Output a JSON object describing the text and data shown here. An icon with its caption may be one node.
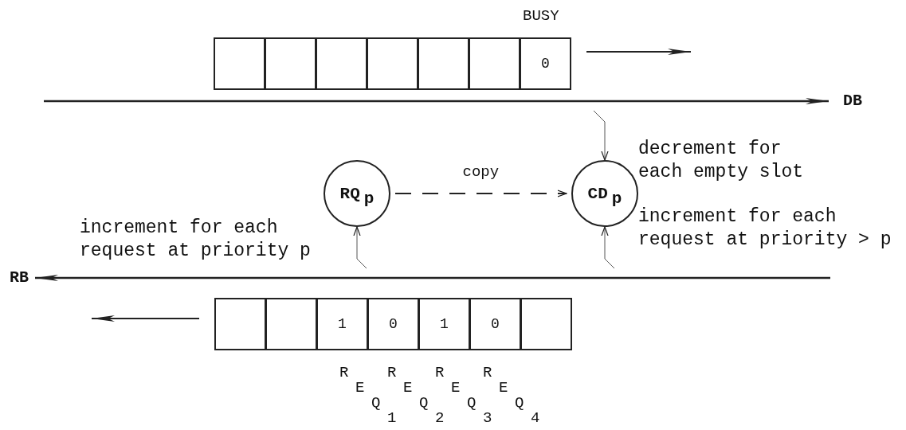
{
  "diagram": {
    "nodes": [
      {
        "text": [],
        "shape": "box"
      },
      {
        "text": [],
        "shape": "box"
      },
      {
        "text": [],
        "shape": "box"
      },
      {
        "text": [],
        "shape": "box"
      },
      {
        "text": [],
        "shape": "box"
      },
      {
        "text": [],
        "shape": "box"
      },
      {
        "text": [
          "0"
        ],
        "beside": [
          "BUSY"
        ]
      },
      {
        "text": [
          "DB"
        ]
      },
      {
        "text": [
          "RQ$_{p}$"
        ],
        "beside": [
          "increment for each request at priority p"
        ]
      },
      {
        "text": [
          "CD$_{p}$"
        ],
        "beside": [
          "decrement for each empty slot",
          "increment for each request at priority > p"
        ]
      },
      {
        "text": [
          "RB"
        ]
      },
      {
        "text": [],
        "shape": "box"
      },
      {
        "text": [],
        "shape": "box"
      },
      {
        "text": [
          "1"
        ]
      },
      {
        "text": [
          "0"
        ]
      },
      {
        "text": [
          "1"
        ]
      },
      {
        "text": [
          "0"
        ]
      },
      {
        "text": [],
        "shape": "box"
      }
    ],
    "edges": [
      {
        "from": 7,
        "to": 9,
        "arrow": "to"
      },
      {
        "from": 8,
        "to": 9,
        "arrow": "to",
        "style": "dashed",
        "label": "copy"
      },
      {
        "from": 10,
        "to": 8,
        "arrow": "to"
      },
      {
        "from": 10,
        "to": 9,
        "arrow": "to"
      }
    ],
    "labels": [
      "REQ1",
      "REQ2",
      "REQ3",
      "REQ4"
    ]
  }
}
